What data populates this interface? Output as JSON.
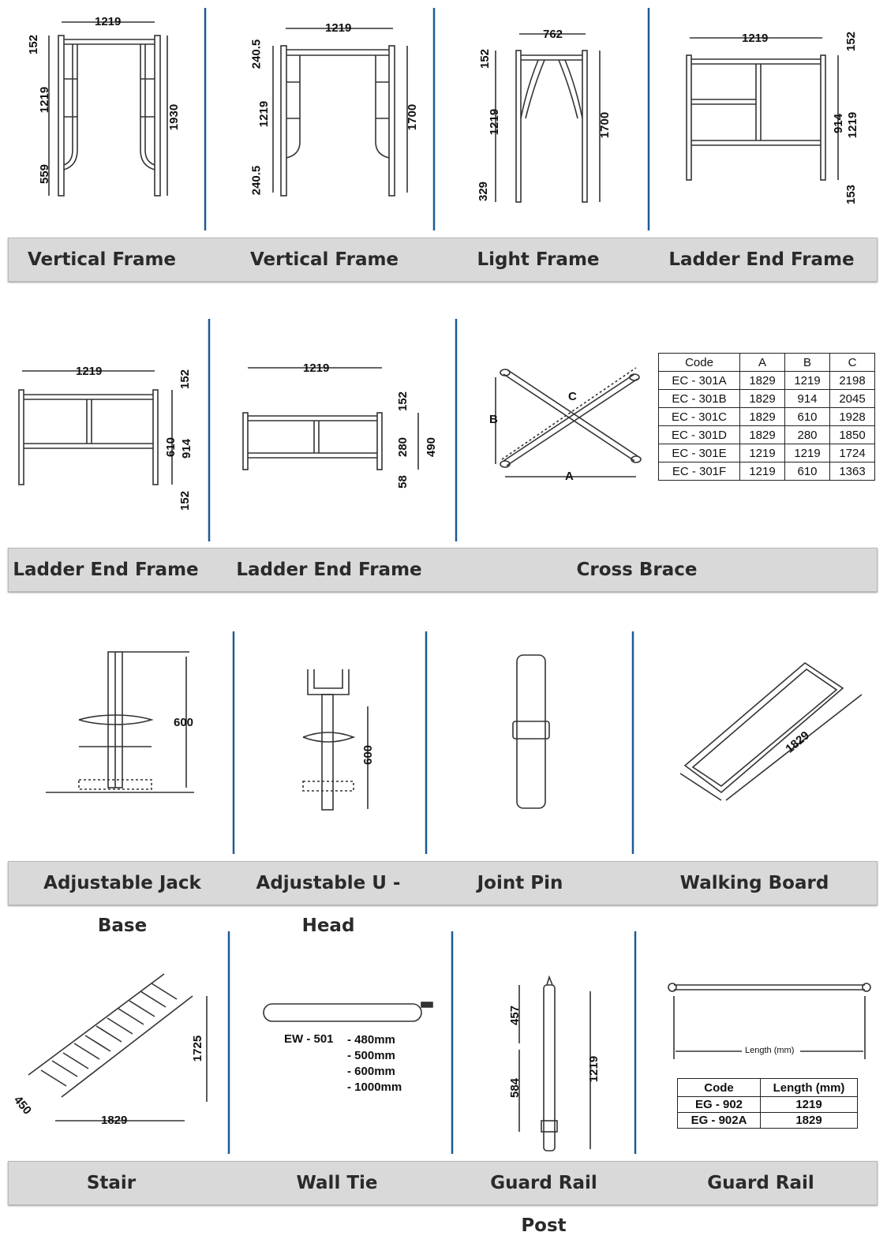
{
  "rows": [
    {
      "labels": [
        "Vertical Frame",
        "Vertical Frame",
        "Light Frame",
        "Ladder End Frame"
      ]
    },
    {
      "labels": [
        "Ladder End Frame",
        "Ladder End Frame",
        "Cross Brace"
      ]
    },
    {
      "labels": [
        "Adjustable Jack Base",
        "Adjustable U - Head",
        "Joint Pin",
        "Walking Board"
      ]
    },
    {
      "labels": [
        "Stair",
        "Wall Tie",
        "Guard Rail Post",
        "Guard Rail"
      ]
    }
  ],
  "dims": {
    "vf1": {
      "w": "1219",
      "top": "152",
      "mid": "1219",
      "bot": "559",
      "h": "1930"
    },
    "vf2": {
      "w": "1219",
      "top": "240.5",
      "mid": "1219",
      "bot": "240.5",
      "h": "1700"
    },
    "lf": {
      "w": "762",
      "top": "152",
      "mid": "1219",
      "bot": "329",
      "h": "1700"
    },
    "le1": {
      "w": "1219",
      "top": "152",
      "mid": "914",
      "h": "1219",
      "bot": "153"
    },
    "le2": {
      "w": "1219",
      "top": "152",
      "mid": "610",
      "h": "914",
      "bot": "152"
    },
    "le3": {
      "w": "1219",
      "top": "152",
      "mid": "280",
      "h": "490",
      "bot": "58"
    },
    "cb": {
      "a": "A",
      "b": "B",
      "c": "C"
    },
    "jack": {
      "h": "600"
    },
    "uhead": {
      "h": "600"
    },
    "board": {
      "len": "1829"
    },
    "stair": {
      "h": "1725",
      "w": "1829",
      "d": "450"
    },
    "post": {
      "top": "457",
      "bot": "584",
      "h": "1219"
    },
    "rail": {
      "len": "Length (mm)"
    }
  },
  "cross_brace_table": {
    "headers": [
      "Code",
      "A",
      "B",
      "C"
    ],
    "rows": [
      [
        "EC - 301A",
        "1829",
        "1219",
        "2198"
      ],
      [
        "EC - 301B",
        "1829",
        "914",
        "2045"
      ],
      [
        "EC - 301C",
        "1829",
        "610",
        "1928"
      ],
      [
        "EC - 301D",
        "1829",
        "280",
        "1850"
      ],
      [
        "EC - 301E",
        "1219",
        "1219",
        "1724"
      ],
      [
        "EC - 301F",
        "1219",
        "610",
        "1363"
      ]
    ]
  },
  "wall_tie": {
    "code": "EW - 501",
    "sizes": [
      "480mm",
      "500mm",
      "600mm",
      "1000mm"
    ]
  },
  "guard_rail_table": {
    "headers": [
      "Code",
      "Length (mm)"
    ],
    "rows": [
      [
        "EG - 902",
        "1219"
      ],
      [
        "EG - 902A",
        "1829"
      ]
    ]
  },
  "colors": {
    "divider": "#1f5a96",
    "band": "#d9d9d9",
    "line": "#333333"
  }
}
